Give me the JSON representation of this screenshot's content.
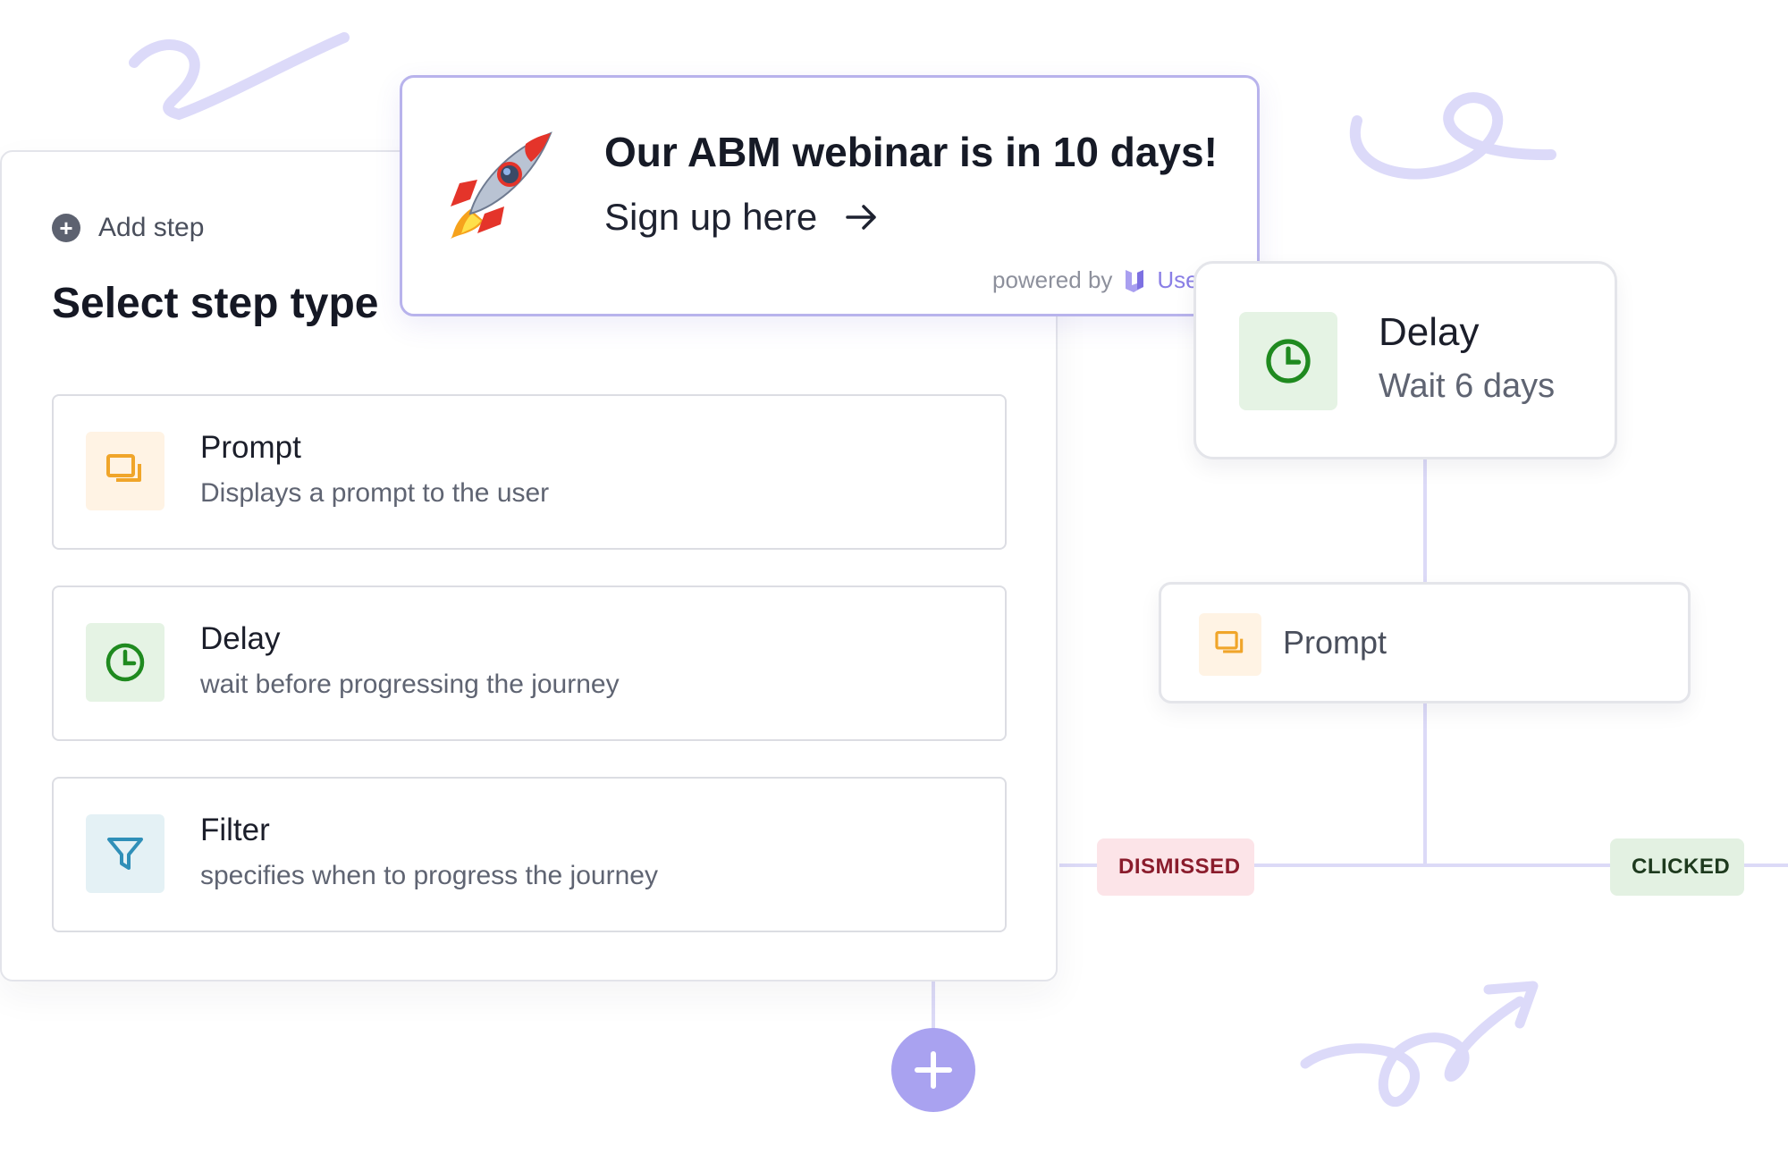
{
  "builder": {
    "add_step_label": "Add step",
    "title": "Select step type",
    "step_types": [
      {
        "name": "Prompt",
        "description": "Displays a prompt to the user",
        "icon": "prompt-icon",
        "color": "#f0a52a"
      },
      {
        "name": "Delay",
        "description": "wait before progressing the journey",
        "icon": "clock-icon",
        "color": "#1f8a1f"
      },
      {
        "name": "Filter",
        "description": "specifies when to progress the journey",
        "icon": "filter-icon",
        "color": "#2f8fb8"
      }
    ]
  },
  "popup": {
    "title": "Our ABM webinar is in 10 days!",
    "cta": "Sign up here",
    "cta_icon": "arrow-right-icon",
    "powered_by": "powered by",
    "brand": "Userled",
    "rocket_icon": "rocket-icon",
    "border_color": "#b8b3ec"
  },
  "journey": {
    "delay_node": {
      "title": "Delay",
      "subtitle": "Wait 6 days",
      "icon": "clock-icon"
    },
    "prompt_node": {
      "label": "Prompt",
      "icon": "prompt-icon"
    },
    "branches": [
      {
        "label": "DISMISSED",
        "color": "#8a1c2c"
      },
      {
        "label": "CLICKED",
        "color": "#1e3a1e"
      }
    ],
    "connector_color": "#dcdaf7",
    "add_button_icon": "plus-icon",
    "add_button_color": "#a9a2f0"
  }
}
